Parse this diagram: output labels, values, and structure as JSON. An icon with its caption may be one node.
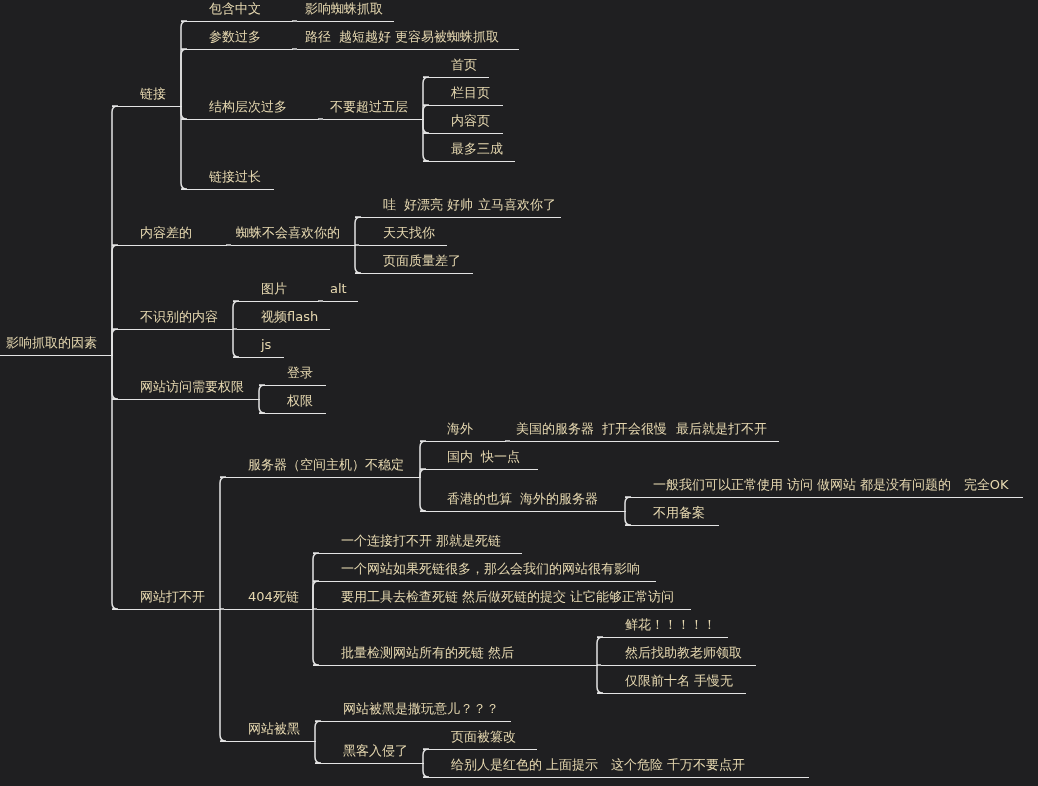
{
  "diagram": {
    "nodes": [
      {
        "text": [
          "影响抓取的因素"
        ]
      },
      {
        "text": [
          "链接"
        ]
      },
      {
        "text": [
          "包含中文"
        ]
      },
      {
        "text": [
          "影响蜘蛛抓取"
        ]
      },
      {
        "text": [
          "参数过多"
        ]
      },
      {
        "text": [
          "路径  越短越好 更容易被蜘蛛抓取"
        ]
      },
      {
        "text": [
          "结构层次过多"
        ]
      },
      {
        "text": [
          "不要超过五层"
        ]
      },
      {
        "text": [
          "首页"
        ]
      },
      {
        "text": [
          "栏目页"
        ]
      },
      {
        "text": [
          "内容页"
        ]
      },
      {
        "text": [
          "最多三成"
        ]
      },
      {
        "text": [
          "链接过长"
        ]
      },
      {
        "text": [
          "内容差的"
        ]
      },
      {
        "text": [
          "蜘蛛不会喜欢你的"
        ]
      },
      {
        "text": [
          "哇  好漂亮 好帅 立马喜欢你了"
        ]
      },
      {
        "text": [
          "天天找你"
        ]
      },
      {
        "text": [
          "页面质量差了"
        ]
      },
      {
        "text": [
          "不识别的内容"
        ]
      },
      {
        "text": [
          "图片"
        ]
      },
      {
        "text": [
          "alt"
        ]
      },
      {
        "text": [
          "视频flash"
        ]
      },
      {
        "text": [
          "js"
        ]
      },
      {
        "text": [
          "网站访问需要权限"
        ]
      },
      {
        "text": [
          "登录"
        ]
      },
      {
        "text": [
          "权限"
        ]
      },
      {
        "text": [
          "网站打不开"
        ]
      },
      {
        "text": [
          "服务器（空间主机）不稳定"
        ]
      },
      {
        "text": [
          "海外"
        ]
      },
      {
        "text": [
          "美国的服务器  打开会很慢  最后就是打不开"
        ]
      },
      {
        "text": [
          "国内  快一点"
        ]
      },
      {
        "text": [
          "香港的也算  海外的服务器"
        ]
      },
      {
        "text": [
          "一般我们可以正常使用 访问 做网站 都是没有问题的   完全OK"
        ]
      },
      {
        "text": [
          "不用备案"
        ]
      },
      {
        "text": [
          "404死链"
        ]
      },
      {
        "text": [
          "一个连接打不开 那就是死链"
        ]
      },
      {
        "text": [
          "一个网站如果死链很多，那么会我们的网站很有影响"
        ]
      },
      {
        "text": [
          "要用工具去检查死链 然后做死链的提交 让它能够正常访问"
        ]
      },
      {
        "text": [
          "批量检测网站所有的死链 然后"
        ]
      },
      {
        "text": [
          "鲜花！！！！！"
        ]
      },
      {
        "text": [
          "然后找助教老师领取"
        ]
      },
      {
        "text": [
          "仅限前十名 手慢无"
        ]
      },
      {
        "text": [
          "网站被黑"
        ]
      },
      {
        "text": [
          "网站被黑是撒玩意儿？？？"
        ]
      },
      {
        "text": [
          "黑客入侵了"
        ]
      },
      {
        "text": [
          "页面被篡改"
        ]
      },
      {
        "text": [
          "给别人是红色的 上面提示   这个危险 千万不要点开"
        ]
      }
    ],
    "edges": [
      {
        "from": 0,
        "to": 1,
        "arrow": "none"
      },
      {
        "from": 1,
        "to": 2,
        "arrow": "none"
      },
      {
        "from": 2,
        "to": 3,
        "arrow": "none"
      },
      {
        "from": 1,
        "to": 4,
        "arrow": "none"
      },
      {
        "from": 4,
        "to": 5,
        "arrow": "none"
      },
      {
        "from": 1,
        "to": 6,
        "arrow": "none"
      },
      {
        "from": 6,
        "to": 7,
        "arrow": "none"
      },
      {
        "from": 7,
        "to": 8,
        "arrow": "none"
      },
      {
        "from": 7,
        "to": 9,
        "arrow": "none"
      },
      {
        "from": 7,
        "to": 10,
        "arrow": "none"
      },
      {
        "from": 7,
        "to": 11,
        "arrow": "none"
      },
      {
        "from": 1,
        "to": 12,
        "arrow": "none"
      },
      {
        "from": 0,
        "to": 13,
        "arrow": "none"
      },
      {
        "from": 13,
        "to": 14,
        "arrow": "none"
      },
      {
        "from": 14,
        "to": 15,
        "arrow": "none"
      },
      {
        "from": 14,
        "to": 16,
        "arrow": "none"
      },
      {
        "from": 14,
        "to": 17,
        "arrow": "none"
      },
      {
        "from": 0,
        "to": 18,
        "arrow": "none"
      },
      {
        "from": 18,
        "to": 19,
        "arrow": "none"
      },
      {
        "from": 19,
        "to": 20,
        "arrow": "none"
      },
      {
        "from": 18,
        "to": 21,
        "arrow": "none"
      },
      {
        "from": 18,
        "to": 22,
        "arrow": "none"
      },
      {
        "from": 0,
        "to": 23,
        "arrow": "none"
      },
      {
        "from": 23,
        "to": 24,
        "arrow": "none"
      },
      {
        "from": 23,
        "to": 25,
        "arrow": "none"
      },
      {
        "from": 0,
        "to": 26,
        "arrow": "none"
      },
      {
        "from": 26,
        "to": 27,
        "arrow": "none"
      },
      {
        "from": 27,
        "to": 28,
        "arrow": "none"
      },
      {
        "from": 28,
        "to": 29,
        "arrow": "none"
      },
      {
        "from": 27,
        "to": 30,
        "arrow": "none"
      },
      {
        "from": 27,
        "to": 31,
        "arrow": "none"
      },
      {
        "from": 31,
        "to": 32,
        "arrow": "none"
      },
      {
        "from": 31,
        "to": 33,
        "arrow": "none"
      },
      {
        "from": 26,
        "to": 34,
        "arrow": "none"
      },
      {
        "from": 34,
        "to": 35,
        "arrow": "none"
      },
      {
        "from": 34,
        "to": 36,
        "arrow": "none"
      },
      {
        "from": 34,
        "to": 37,
        "arrow": "none"
      },
      {
        "from": 34,
        "to": 38,
        "arrow": "none"
      },
      {
        "from": 38,
        "to": 39,
        "arrow": "none"
      },
      {
        "from": 38,
        "to": 40,
        "arrow": "none"
      },
      {
        "from": 38,
        "to": 41,
        "arrow": "none"
      },
      {
        "from": 26,
        "to": 42,
        "arrow": "none"
      },
      {
        "from": 42,
        "to": 43,
        "arrow": "none"
      },
      {
        "from": 42,
        "to": 44,
        "arrow": "none"
      },
      {
        "from": 44,
        "to": 45,
        "arrow": "none"
      },
      {
        "from": 44,
        "to": 46,
        "arrow": "none"
      }
    ]
  }
}
